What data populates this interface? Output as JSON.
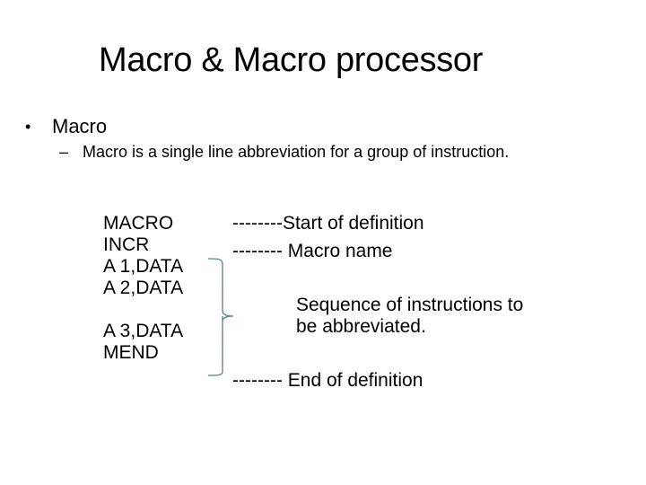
{
  "slide": {
    "title": "Macro & Macro processor",
    "bullets": [
      {
        "marker": "•",
        "text": "Macro",
        "sub_bullets": [
          {
            "marker": "–",
            "text": "Macro is a single line abbreviation for a group of instruction."
          }
        ]
      }
    ],
    "code_lines": [
      "MACRO",
      "INCR",
      "A 1,DATA",
      "A 2,DATA",
      "",
      "A 3,DATA",
      "MEND"
    ],
    "annotations": {
      "start": "--------Start of definition",
      "macro_name": "--------  Macro name",
      "sequence_line1": "Sequence of instructions to",
      "sequence_line2": "be abbreviated.",
      "end": "--------  End of definition"
    },
    "brace_color": "#5a7f8c"
  }
}
